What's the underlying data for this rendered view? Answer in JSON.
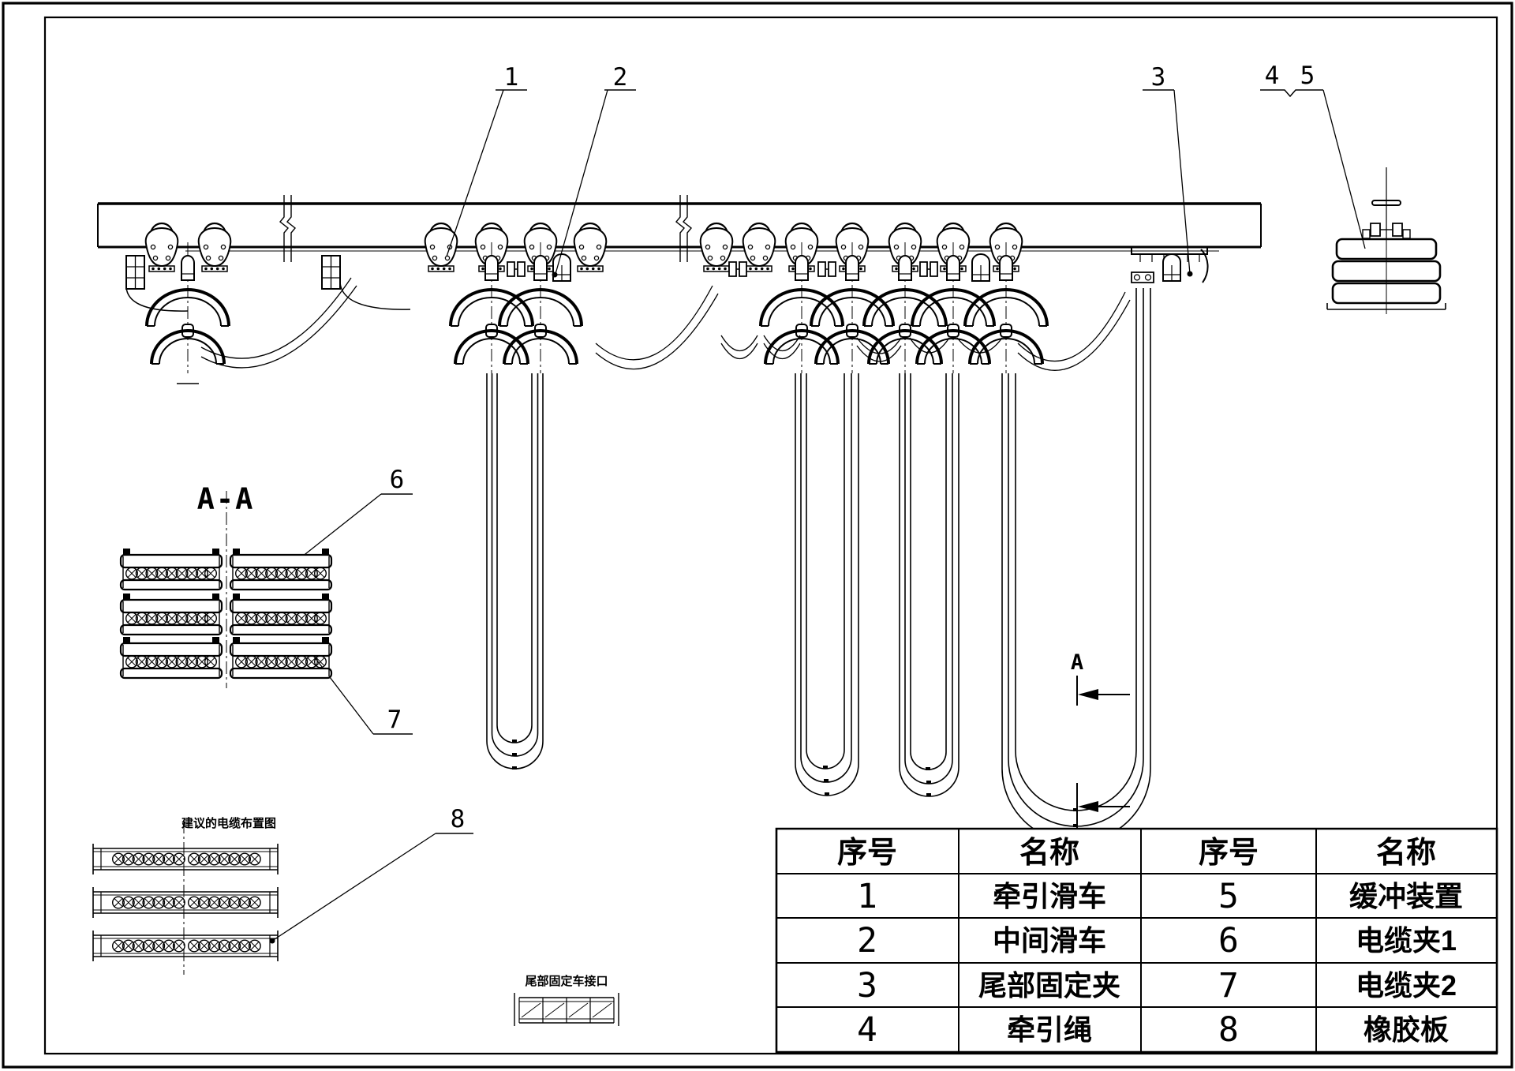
{
  "callouts": {
    "c1": "1",
    "c2": "2",
    "c3": "3",
    "c4": "4",
    "c5": "5",
    "c6": "6",
    "c7": "7",
    "c8": "8"
  },
  "section_view": {
    "label": "A-A"
  },
  "section_marks": {
    "upper": "A",
    "lower": "A"
  },
  "labels": {
    "suggested_layout": "建议的电缆布置图",
    "tail_interface": "尾部固定车接口"
  },
  "parts_table": {
    "headers": [
      "序号",
      "名称",
      "序号",
      "名称"
    ],
    "rows": [
      [
        "1",
        "牵引滑车",
        "5",
        "缓冲装置"
      ],
      [
        "2",
        "中间滑车",
        "6",
        "电缆夹1"
      ],
      [
        "3",
        "尾部固定夹",
        "7",
        "电缆夹2"
      ],
      [
        "4",
        "牵引绳",
        "8",
        "橡胶板"
      ]
    ]
  }
}
